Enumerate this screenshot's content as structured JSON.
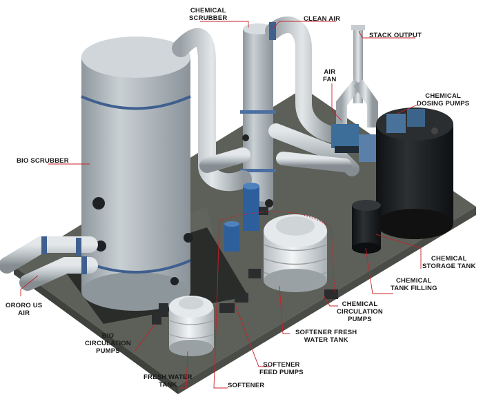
{
  "colors": {
    "leader_line": "#c8202a",
    "vessel_fill": "#b7bec3",
    "tank_black": "#17191b",
    "ground": "#5c6058"
  },
  "labels": {
    "chemical_scrubber": [
      "CHEMICAL",
      "SCRUBBER"
    ],
    "clean_air": "CLEAN AIR",
    "stack_output": "STACK OUTPUT",
    "air_fan": [
      "AIR",
      "FAN"
    ],
    "chemical_dosing_pumps": [
      "CHEMICAL",
      "DOSING PUMPS"
    ],
    "bio_scrubber": "BIO SCRUBBER",
    "odorous_air": [
      "ORORO US",
      "AIR"
    ],
    "bio_circulation_pumps": [
      "BIO",
      "CIRCULATION",
      "PUMPS"
    ],
    "chemical_storage_tank": [
      "CHEMICAL",
      "STORAGE TANK"
    ],
    "chemical_tank_filling": [
      "CHEMICAL",
      "TANK FILLING"
    ],
    "chemical_circulation_pumps": [
      "CHEMICAL",
      "CIRCULATION",
      "PUMPS"
    ],
    "softener_fresh_water_tank": [
      "SOFTENER FRESH",
      "WATER TANK"
    ],
    "softener_feed_pumps": [
      "SOFTENER",
      "FEED PUMPS"
    ],
    "fresh_water_tank": [
      "FRESH WATER",
      "TANK"
    ],
    "softener": "SOFTENER"
  }
}
